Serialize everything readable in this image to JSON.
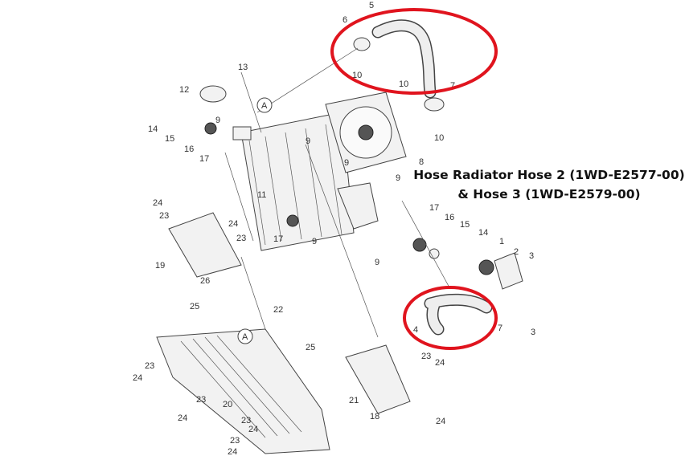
{
  "caption": {
    "line1": "Hose Radiator Hose 2 (1WD-E2577-00)",
    "line2": "& Hose 3 (1WD-E2579-00)"
  },
  "highlight_color": "#e0141e",
  "callouts": [
    "5",
    "6",
    "13",
    "12",
    "10",
    "10",
    "7",
    "14",
    "15",
    "16",
    "17",
    "9",
    "A",
    "9",
    "10",
    "9",
    "8",
    "9",
    "11",
    "24",
    "23",
    "24",
    "23",
    "19",
    "17",
    "9",
    "17",
    "16",
    "15",
    "14",
    "9",
    "1",
    "2",
    "3",
    "26",
    "25",
    "22",
    "A",
    "7",
    "3",
    "4",
    "25",
    "23",
    "24",
    "23",
    "24",
    "23",
    "20",
    "21",
    "18",
    "24",
    "24",
    "23",
    "24",
    "23",
    "24"
  ]
}
